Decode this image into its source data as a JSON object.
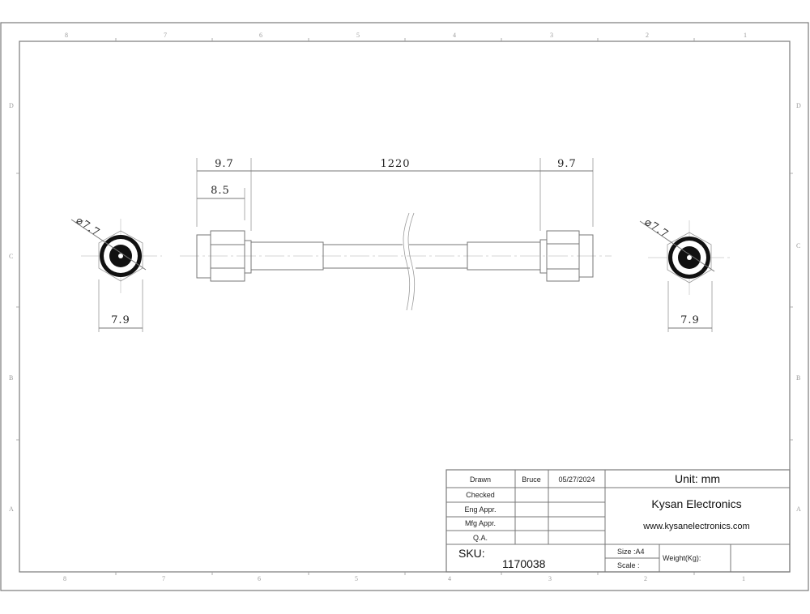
{
  "grid": {
    "columns": [
      "8",
      "7",
      "6",
      "5",
      "4",
      "3",
      "2",
      "1"
    ],
    "rows": [
      "D",
      "C",
      "B",
      "A"
    ]
  },
  "dimensions": {
    "left_connector_length": "9.7",
    "cable_length": "1220",
    "right_connector_length": "9.7",
    "left_hex_length": "8.5",
    "left_end_diameter": "⌀7.7",
    "right_end_diameter": "⌀7.7",
    "left_end_width": "7.9",
    "right_end_width": "7.9"
  },
  "title_block": {
    "rows": [
      {
        "label": "Drawn",
        "name": "Bruce",
        "date": "05/27/2024"
      },
      {
        "label": "Checked",
        "name": "",
        "date": ""
      },
      {
        "label": "Eng Appr.",
        "name": "",
        "date": ""
      },
      {
        "label": "Mfg Appr.",
        "name": "",
        "date": ""
      },
      {
        "label": "Q.A.",
        "name": "",
        "date": ""
      }
    ],
    "unit": "Unit: mm",
    "company": "Kysan Electronics",
    "website": "www.kysanelectronics.com",
    "sku_label": "SKU:",
    "sku": "1170038",
    "size": "Size :A4",
    "scale": "Scale :",
    "weight": "Weight(Kg):"
  }
}
